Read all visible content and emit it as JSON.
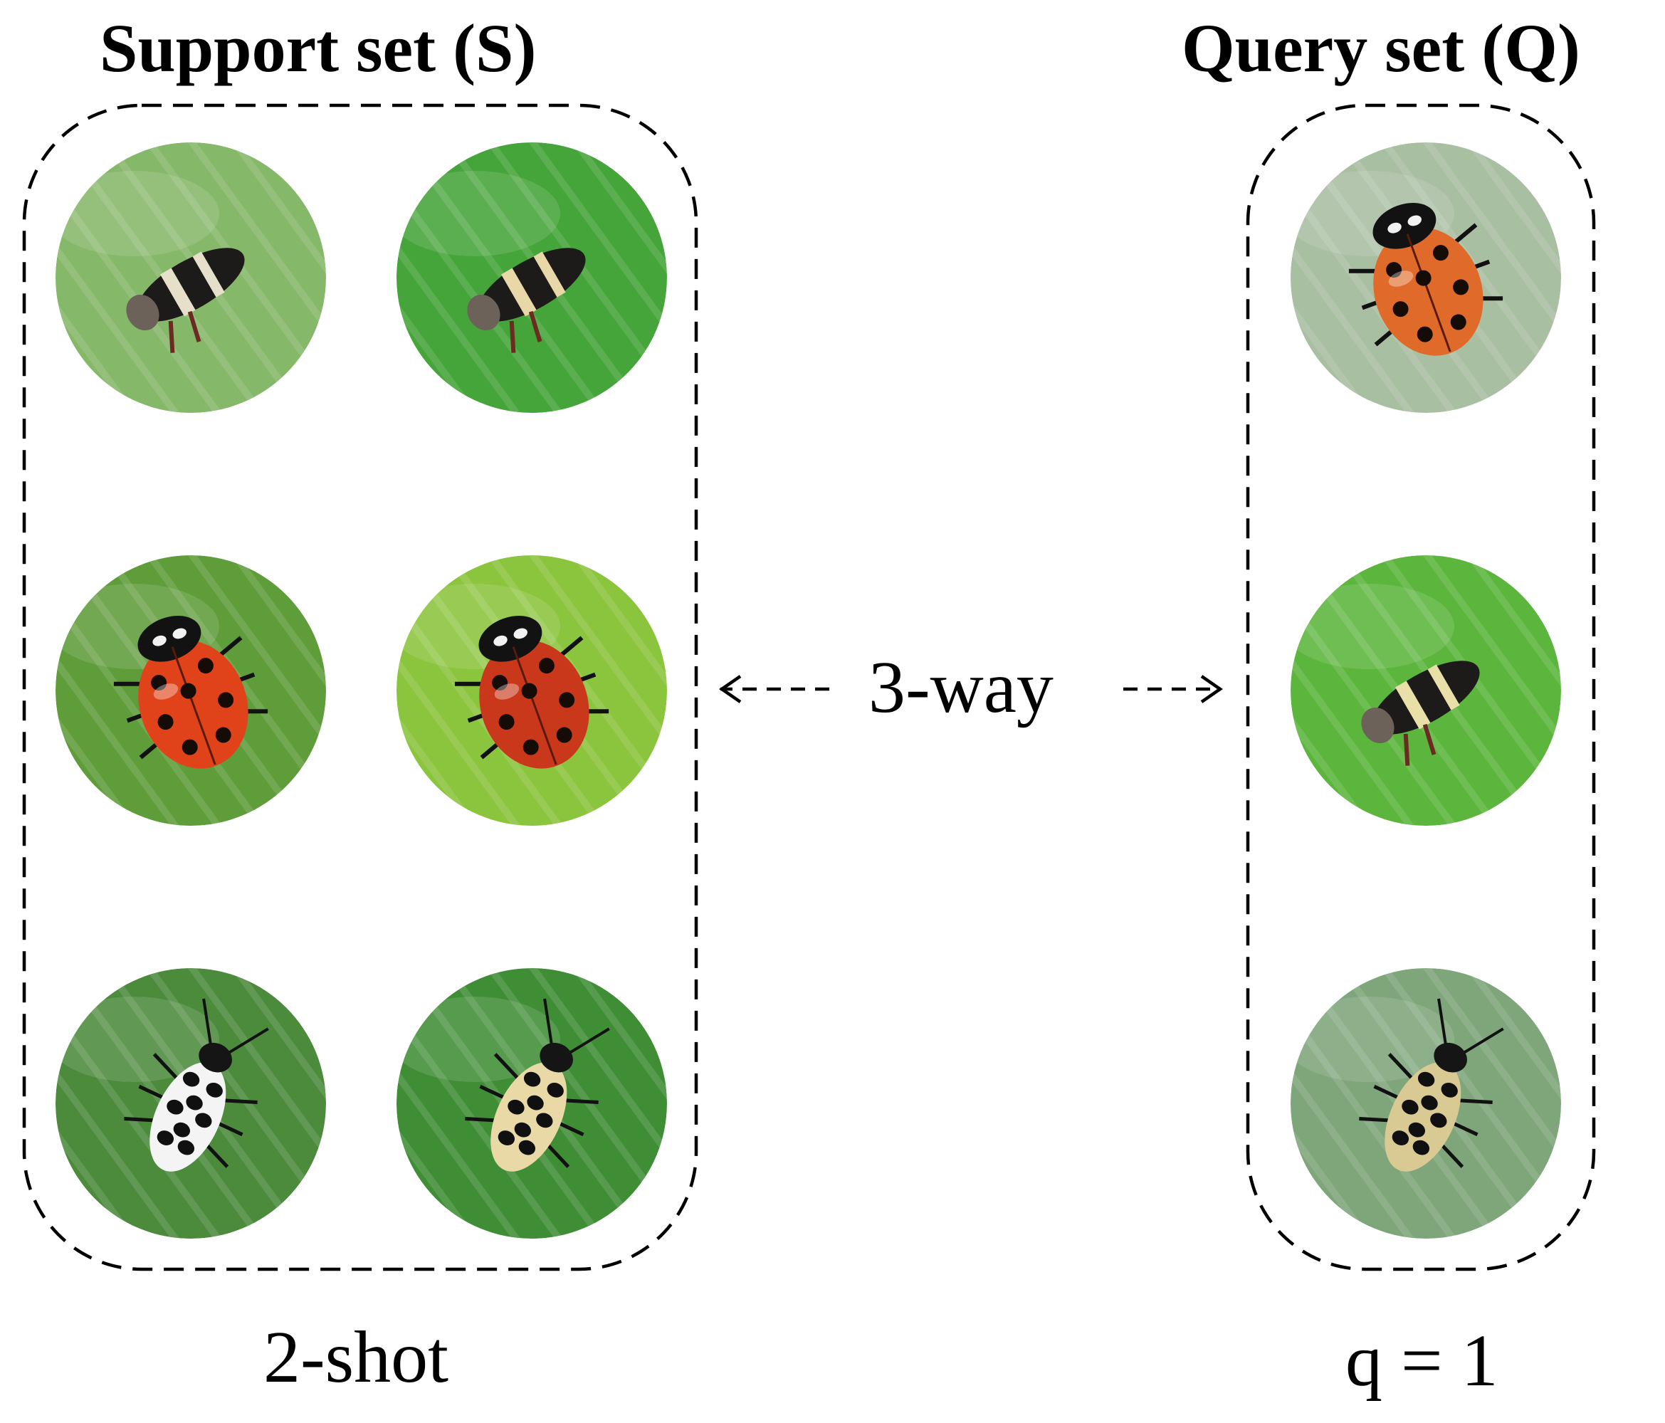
{
  "support_title": "Support set (S)",
  "query_title": "Query set (Q)",
  "way_label": "3-way",
  "shot_label": "2-shot",
  "query_label": "q = 1",
  "support_images": [
    {
      "row": 1,
      "col": 1,
      "icon": "froghopper-icon",
      "bg": "#86b869",
      "bug": "froghopper",
      "accent": "#e6dfc9"
    },
    {
      "row": 1,
      "col": 2,
      "icon": "froghopper-icon",
      "bg": "#45a43a",
      "bug": "froghopper",
      "accent": "#e8d8a8"
    },
    {
      "row": 2,
      "col": 1,
      "icon": "ladybug-icon",
      "bg": "#5f9c3a",
      "bug": "ladybug",
      "accent": "#e0431a"
    },
    {
      "row": 2,
      "col": 2,
      "icon": "ladybug-icon",
      "bg": "#8bc43d",
      "bug": "ladybug",
      "accent": "#c9381b"
    },
    {
      "row": 3,
      "col": 1,
      "icon": "spotted-beetle-icon",
      "bg": "#4c8a3c",
      "bug": "spotted",
      "accent": "#f4f4f4"
    },
    {
      "row": 3,
      "col": 2,
      "icon": "spotted-beetle-icon",
      "bg": "#3f8e36",
      "bug": "spotted",
      "accent": "#e9d9a6"
    }
  ],
  "query_images": [
    {
      "row": 1,
      "icon": "ladybug-icon",
      "bg": "#a9bfa2",
      "bug": "ladybug",
      "accent": "#e06a2a"
    },
    {
      "row": 2,
      "icon": "froghopper-icon",
      "bg": "#5cb53c",
      "bug": "froghopper",
      "accent": "#e8e0a8"
    },
    {
      "row": 3,
      "icon": "spotted-beetle-icon",
      "bg": "#7ea67a",
      "bug": "spotted",
      "accent": "#d9c993"
    }
  ]
}
